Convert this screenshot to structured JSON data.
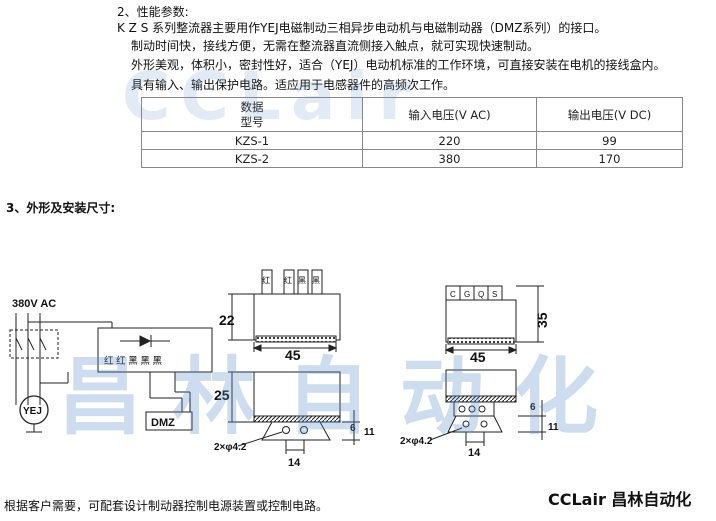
{
  "section2": {
    "title": "2、性能参数:",
    "lines": [
      "K Z S 系列整流器主要用作YEJ电磁制动三相异步电动机与电磁制动器（DMZ系列）的接口。",
      "制动时间快，接线方便，无需在整流器直流侧接入触点，就可实现快速制动。",
      "外形美观，体积小，密封性好，适合（YEJ）电动机标准的工作环境，可直接安装在电机的接线盒内。",
      "具有输入、输出保护电路。适应用于电感器件的高频次工作。"
    ]
  },
  "table": {
    "header_line1": "数据",
    "header_line2": "型号",
    "col_input": "输入电压(V AC)",
    "col_output": "输出电压(V DC)",
    "rows": [
      {
        "model": "KZS-1",
        "input": "220",
        "output": "99"
      },
      {
        "model": "KZS-2",
        "input": "380",
        "output": "170"
      }
    ]
  },
  "section3": {
    "title": "3、外形及安装尺寸:"
  },
  "diagram": {
    "supply_label": "380V AC",
    "motor_label": "YEJ",
    "brake_label": "DMZ",
    "terminal_labels": "红 红 黑 黑 黑",
    "top_terminals": [
      "红",
      "红",
      "黑",
      "黑"
    ],
    "side_terminals": [
      "C",
      "G",
      "Q",
      "S"
    ],
    "dims": {
      "front_height": "22",
      "front_width": "45",
      "bottom_height": "25",
      "bottom_width": "14",
      "bottom_six": "6",
      "bottom_eleven": "11",
      "holes": "2×φ4.2",
      "side_height": "35",
      "side_width": "45",
      "side_bottom_width": "14",
      "side_six": "6",
      "side_eleven": "11",
      "side_holes": "2×φ4.2"
    }
  },
  "footer": {
    "note": "根据客户需要，可配套设计制动器控制电源装置或控制电路。",
    "brand": "CCLair 昌林自动化"
  },
  "watermark": {
    "latin": "CCLair",
    "chinese": "昌林自动化"
  }
}
